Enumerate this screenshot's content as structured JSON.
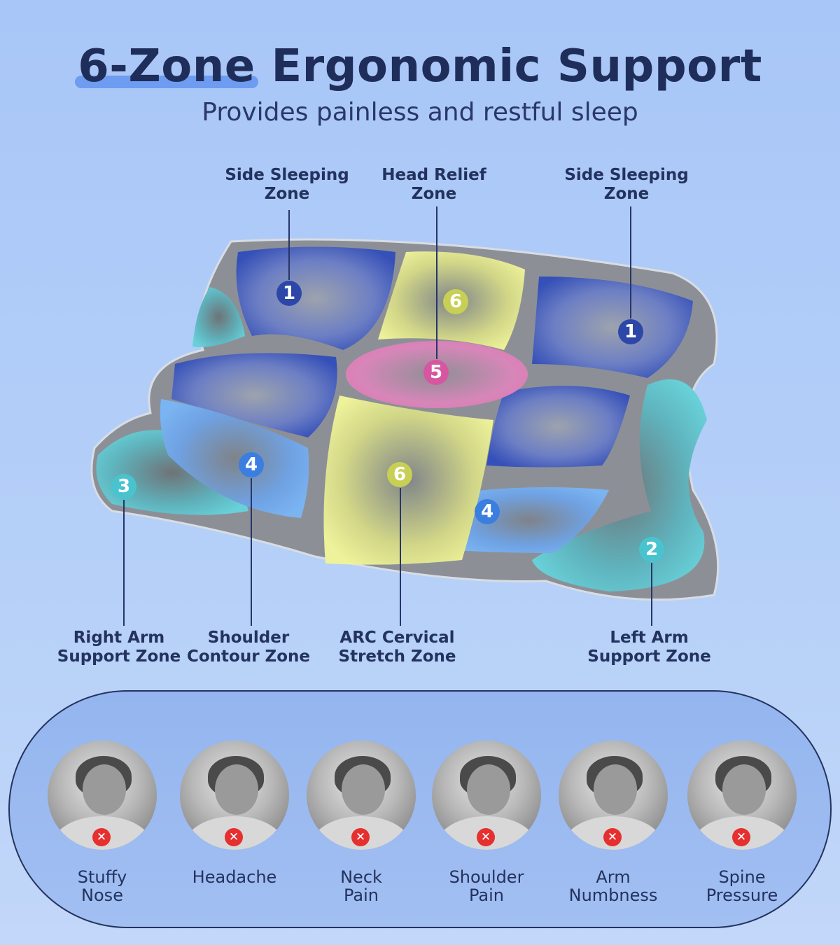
{
  "header": {
    "title_highlight": "6-Zone",
    "title_rest": " Ergonomic Support",
    "subtitle": "Provides painless and restful sleep"
  },
  "zones": {
    "side_left": "Side Sleeping\nZone",
    "head_relief": "Head Relief\nZone",
    "side_right": "Side Sleeping\nZone",
    "right_arm": "Right Arm\nSupport Zone",
    "shoulder": "Shoulder\nContour Zone",
    "arc": "ARC Cervical\nStretch Zone",
    "left_arm": "Left Arm\nSupport Zone"
  },
  "badges": [
    "1",
    "6",
    "1",
    "5",
    "3",
    "4",
    "6",
    "4",
    "2"
  ],
  "colors": {
    "side_zone": "#2c47a8",
    "head_zone": "#d6579f",
    "arm_zone": "#49c4cf",
    "shoulder_zone": "#3a7ee0",
    "arc_zone": "#c8cf55",
    "x_mark": "#e5302f"
  },
  "conditions": [
    {
      "label": "Stuffy\nNose",
      "icon": "x-icon",
      "mark": "✕"
    },
    {
      "label": "Headache",
      "icon": "x-icon",
      "mark": "✕"
    },
    {
      "label": "Neck\nPain",
      "icon": "x-icon",
      "mark": "✕"
    },
    {
      "label": "Shoulder\nPain",
      "icon": "x-icon",
      "mark": "✕"
    },
    {
      "label": "Arm\nNumbness",
      "icon": "x-icon",
      "mark": "✕"
    },
    {
      "label": "Spine\nPressure",
      "icon": "x-icon",
      "mark": "✕"
    }
  ]
}
